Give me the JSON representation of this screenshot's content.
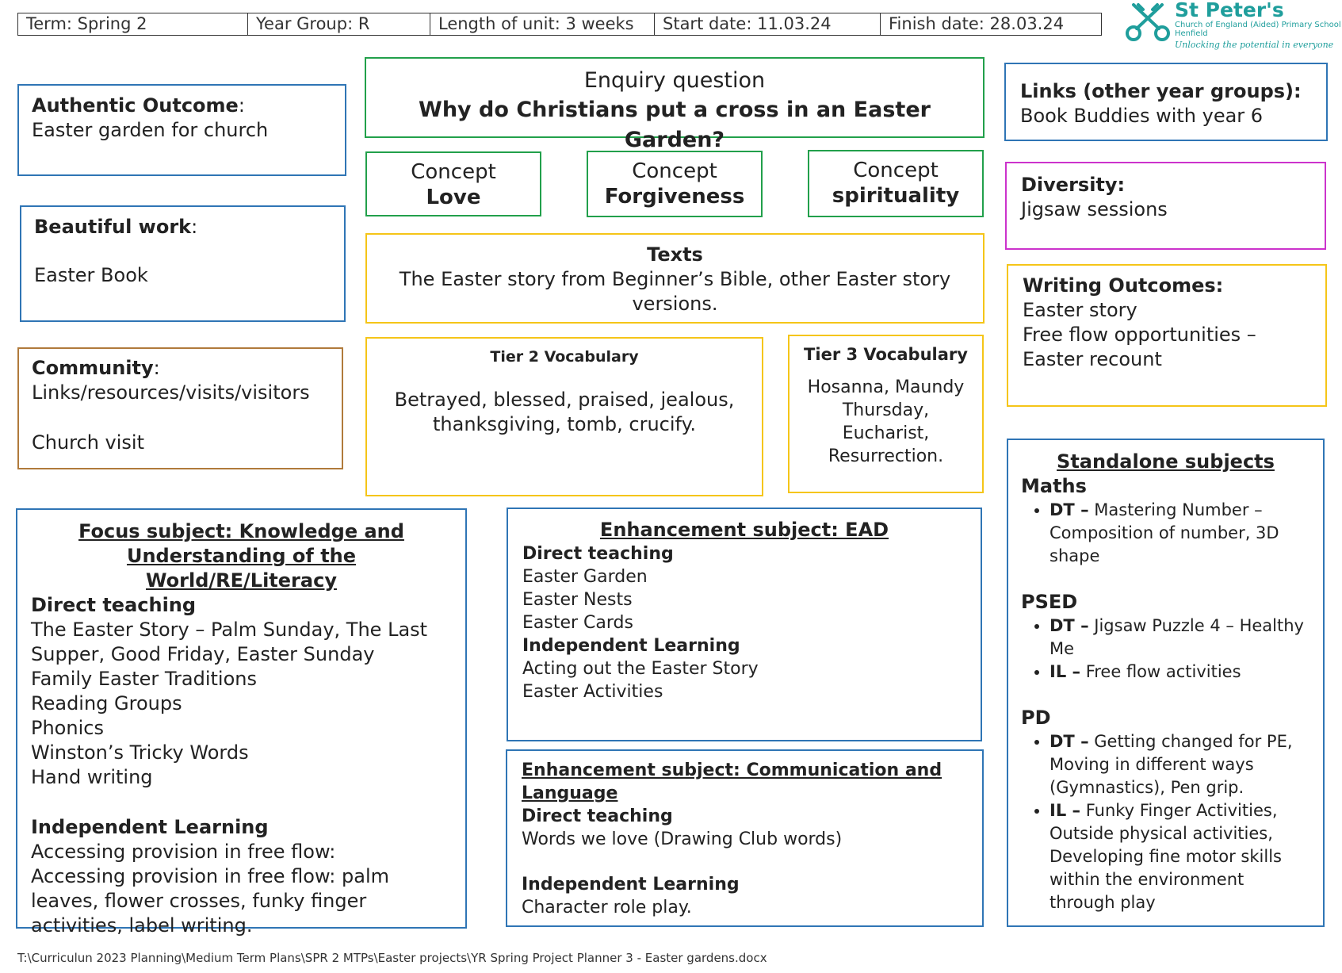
{
  "header": {
    "term": "Term: Spring 2",
    "year_group": "Year Group: R",
    "length": "Length of unit:  3 weeks",
    "start": "Start date: 11.03.24",
    "finish": "Finish date: 28.03.24"
  },
  "logo": {
    "name": "St Peter's",
    "sub1": "Church of England (Aided) Primary School",
    "sub2": "Henfield",
    "motto": "Unlocking the potential in everyone",
    "color": "#1f9e9c"
  },
  "authentic": {
    "label": "Authentic Outcome",
    "colon": ":",
    "text": "Easter garden for church"
  },
  "beautiful": {
    "label": "Beautiful work",
    "colon": ":",
    "text": "Easter Book"
  },
  "community": {
    "label": "Community",
    "colon": ":",
    "line1": "Links/resources/visits/visitors",
    "line2": "Church visit"
  },
  "enquiry": {
    "heading": "Enquiry question",
    "question": "Why do Christians put a cross in an Easter Garden?"
  },
  "concepts": [
    {
      "label": "Concept",
      "value": "Love"
    },
    {
      "label": "Concept",
      "value": "Forgiveness"
    },
    {
      "label": "Concept",
      "value": "spirituality"
    }
  ],
  "texts": {
    "heading": "Texts",
    "body": "The Easter story from Beginner’s Bible, other Easter story versions."
  },
  "tier2": {
    "heading": "Tier 2 Vocabulary",
    "body": "Betrayed, blessed, praised, jealous, thanksgiving, tomb, crucify."
  },
  "tier3": {
    "heading": "Tier 3 Vocabulary",
    "lines": [
      "Hosanna, Maundy",
      "Thursday,",
      "Eucharist,",
      "Resurrection."
    ]
  },
  "links": {
    "label": "Links (other year groups):",
    "text": "Book Buddies with year 6"
  },
  "diversity": {
    "label": "Diversity:",
    "text": "Jigsaw sessions"
  },
  "writing": {
    "label": "Writing Outcomes:",
    "lines": [
      "Easter story",
      "Free flow opportunities –",
      "Easter recount"
    ]
  },
  "focus": {
    "title1": "Focus subject: Knowledge and",
    "title2": "Understanding of the World/RE/Literacy",
    "direct_label": "Direct teaching",
    "direct": [
      "The Easter Story – Palm Sunday, The Last",
      "Supper, Good Friday, Easter Sunday",
      "Family Easter Traditions",
      "Reading Groups",
      "Phonics",
      "Winston’s Tricky Words",
      "Hand writing"
    ],
    "indep_label": "Independent Learning",
    "indep": [
      "Accessing provision in free flow:",
      "Accessing provision in free flow: palm",
      "leaves, flower crosses, funky finger",
      "activities, label writing."
    ]
  },
  "ead": {
    "title": "Enhancement subject: EAD",
    "direct_label": "Direct teaching",
    "direct": [
      "Easter Garden",
      "Easter Nests",
      "Easter Cards"
    ],
    "indep_label": "Independent Learning",
    "indep": [
      "Acting out the Easter Story",
      "Easter Activities"
    ]
  },
  "comm": {
    "title1": "Enhancement subject: Communication and",
    "title2": "Language",
    "direct_label": "Direct teaching",
    "direct": "Words we love (Drawing Club words)",
    "indep_label": "Independent Learning",
    "indep": "Character role play."
  },
  "standalone": {
    "title": "Standalone  subjects",
    "maths": {
      "label": "Maths",
      "items": [
        {
          "tag": "DT –",
          "lines": [
            "Mastering Number –",
            "Composition of number, 3D",
            "shape"
          ]
        }
      ]
    },
    "psed": {
      "label": "PSED",
      "items": [
        {
          "tag": "DT –",
          "lines": [
            "Jigsaw Puzzle 4 – Healthy",
            "Me"
          ]
        },
        {
          "tag": "IL –",
          "lines": [
            "Free flow activities"
          ]
        }
      ]
    },
    "pd": {
      "label": "PD",
      "items": [
        {
          "tag": "DT –",
          "lines": [
            "Getting changed for PE,",
            "Moving in different ways",
            "(Gymnastics), Pen grip."
          ]
        },
        {
          "tag": "IL –",
          "lines": [
            "Funky Finger Activities,",
            "Outside physical activities,",
            "Developing fine motor skills",
            "within the environment",
            "through play"
          ]
        }
      ]
    }
  },
  "footer": {
    "path": "T:\\Curriculun 2023 Planning\\Medium Term Plans\\SPR 2 MTPs\\Easter projects\\YR Spring  Project Planner 3 - Easter gardens.docx"
  },
  "colors": {
    "blue": "#2f75b5",
    "green": "#22a04b",
    "yellow": "#f5c518",
    "magenta": "#cc33cc",
    "brown": "#b07a3b"
  }
}
